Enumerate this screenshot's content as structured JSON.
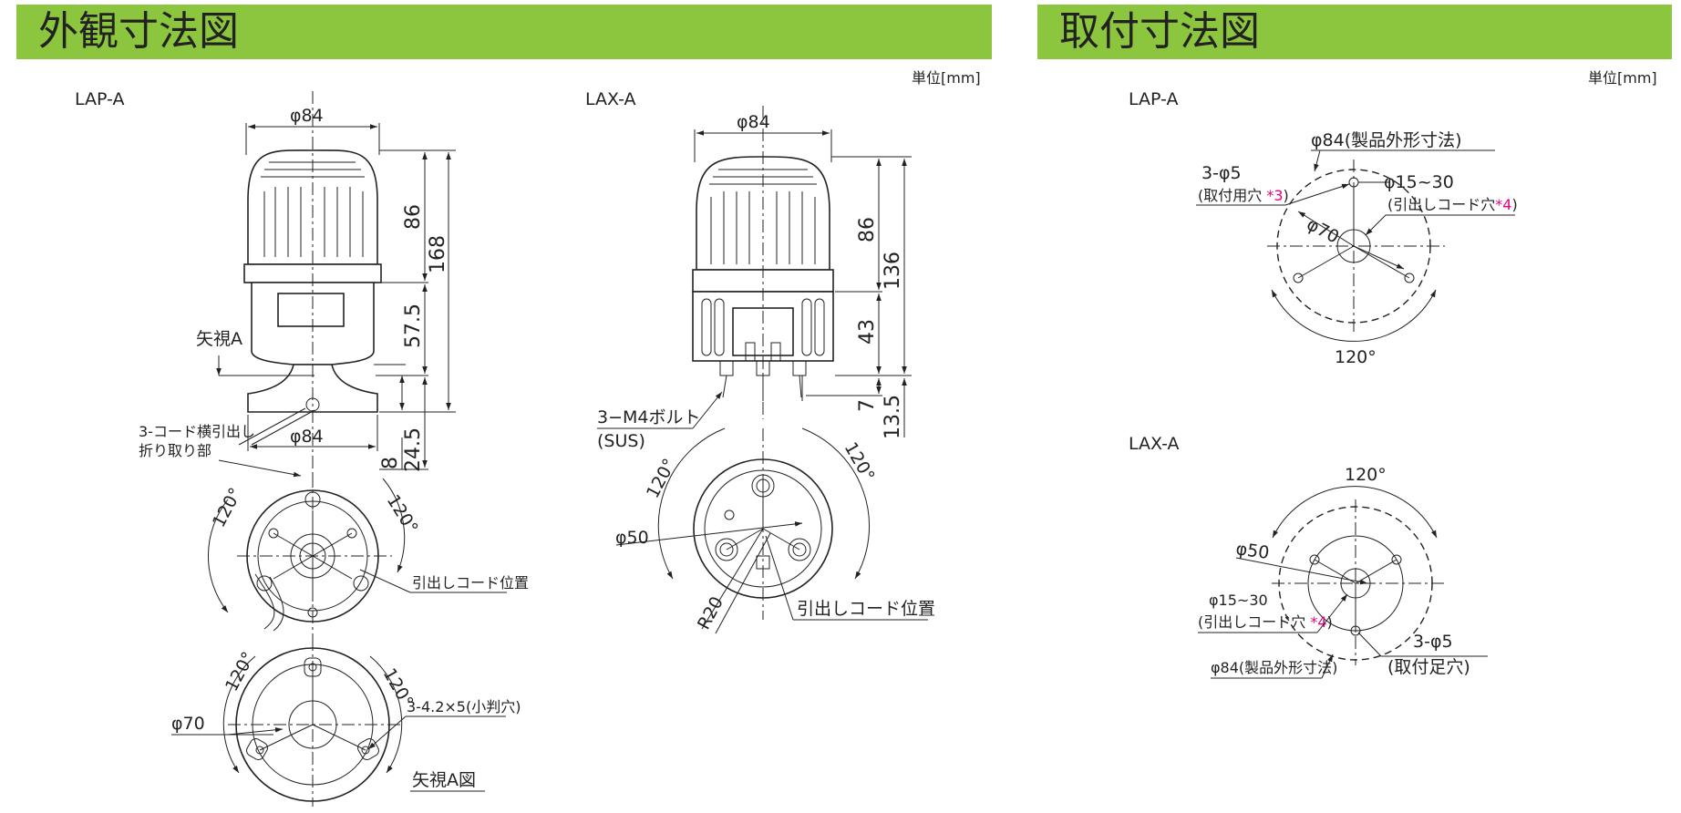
{
  "sections": {
    "left_title": "外観寸法図",
    "right_title": "取付寸法図"
  },
  "unit": "単位[mm]",
  "lap_outer": {
    "model": "LAP-A",
    "dia_top": "φ84",
    "dim_86": "86",
    "dim_168": "168",
    "dim_575": "57.5",
    "dim_245": "24.5",
    "dim_8": "8",
    "dia_base": "φ84",
    "view_a": "矢視A",
    "break_line1": "3-コード横引出し",
    "break_line2": "折り取り部",
    "angle_l": "120°",
    "angle_r": "120°",
    "cord_pos": "引出しコード位置",
    "angle_l2": "120°",
    "angle_r2": "120°",
    "dia_70": "φ70",
    "long_hole": "3-4.2×5(小判穴)",
    "view_a_fig": "矢視A図"
  },
  "lax_outer": {
    "model": "LAX-A",
    "dia_top": "φ84",
    "dim_86": "86",
    "dim_136": "136",
    "dim_43": "43",
    "dim_7": "7",
    "dim_135": "13.5",
    "bolt": "3−M4ボルト",
    "sus": "(SUS)",
    "angle_l": "120°",
    "angle_r": "120°",
    "dia_50": "φ50",
    "r20": "R20",
    "cord_pos": "引出しコード位置"
  },
  "lap_mount": {
    "model": "LAP-A",
    "outer_dia": "φ84(製品外形寸法)",
    "holes": "3-φ5",
    "holes_note": "(取付用穴 ",
    "holes_star": "*3",
    "holes_close": ")",
    "cord_dia": "φ15~30",
    "cord_note": "(引出しコード穴",
    "cord_star": "*4",
    "cord_close": ")",
    "dia_70": "φ70",
    "angle": "120°"
  },
  "lax_mount": {
    "model": "LAX-A",
    "angle": "120°",
    "dia_50": "φ50",
    "cord_dia": "φ15~30",
    "cord_note": "(引出しコード穴 ",
    "cord_star": "*4",
    "cord_close": ")",
    "holes": "3-φ5",
    "holes_note": "(取付足穴)",
    "outer_dia": "φ84(製品外形寸法)"
  }
}
